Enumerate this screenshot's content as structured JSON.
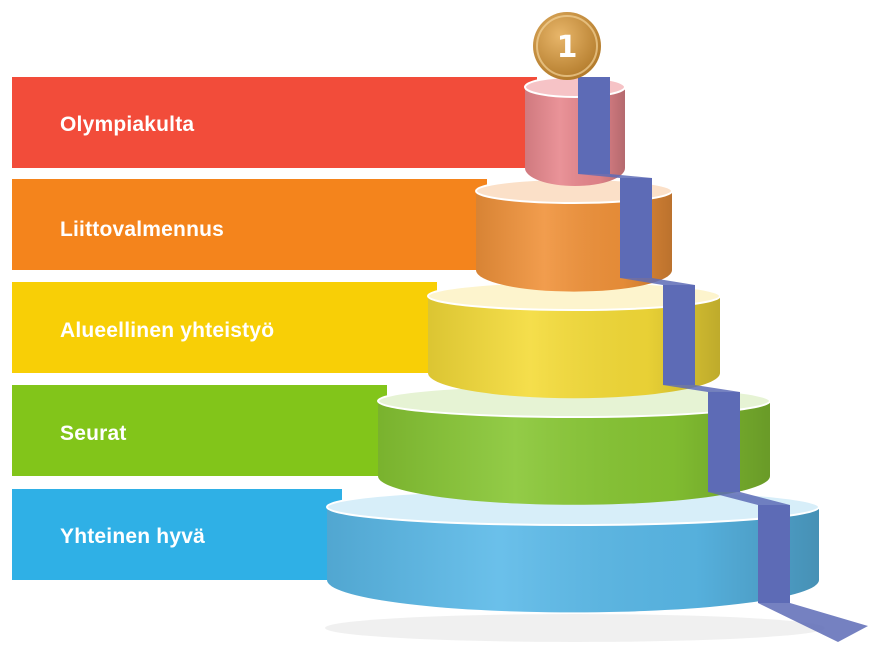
{
  "medal": {
    "text": "1",
    "color": "#c9913a"
  },
  "ribbon_color": "#5d6bb6",
  "tiers": [
    {
      "label": "Olympiakulta",
      "color": "#f24c3a",
      "side": "#e7878d",
      "top": "#f6c3c6"
    },
    {
      "label": "Liittovalmennus",
      "color": "#f4841c",
      "side": "#f0923a",
      "top": "#fbe0c8"
    },
    {
      "label": "Alueellinen yhteistyö",
      "color": "#f8cf06",
      "side": "#f4db38",
      "top": "#fdf4cd"
    },
    {
      "label": "Seurat",
      "color": "#82c51a",
      "side": "#87c633",
      "top": "#e6f3d4"
    },
    {
      "label": "Yhteinen hyvä",
      "color": "#2fb0e6",
      "side": "#5ab9e8",
      "top": "#d7eef9"
    }
  ]
}
